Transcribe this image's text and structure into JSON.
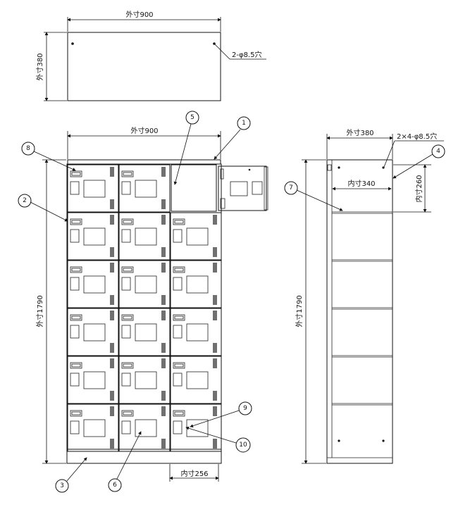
{
  "top_view": {
    "width_label": "外寸900",
    "depth_label": "外寸380",
    "hole_label": "2-φ8.5穴"
  },
  "front_view": {
    "width_label": "外寸900",
    "height_label": "外寸1790",
    "inner_width_label": "内寸256",
    "rows": 6,
    "columns": 3
  },
  "side_view": {
    "depth_label": "外寸380",
    "hole_label": "2×4-φ8.5穴",
    "inner_depth_label": "内寸340",
    "inner_height_label": "内寸260",
    "height_label": "外寸1790",
    "shelves": 6
  },
  "callouts": [
    "1",
    "2",
    "3",
    "4",
    "5",
    "6",
    "7",
    "8",
    "9",
    "10"
  ]
}
